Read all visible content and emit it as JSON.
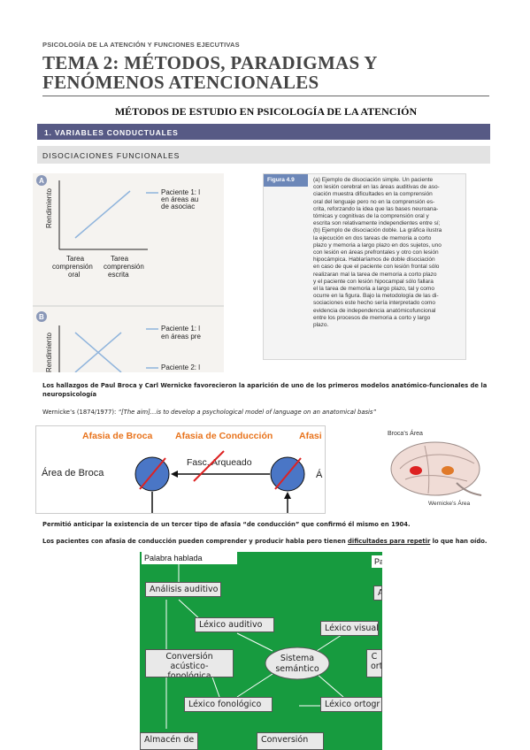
{
  "header": {
    "subject": "PSICOLOGÍA DE LA ATENCIÓN Y FUNCIONES EJECUTIVAS",
    "title": "TEMA 2: MÉTODOS, PARADIGMAS Y FENÓMENOS ATENCIONALES"
  },
  "section": {
    "title": "MÉTODOS DE ESTUDIO EN PSICOLOGÍA DE LA ATENCIÓN",
    "bar1": "1.  VARIABLES CONDUCTUALES",
    "bar2": "DISOCIACIONES FUNCIONALES"
  },
  "figure_a": {
    "panel_a": "A",
    "ylabel": "Rendimiento",
    "legend1": "Paciente 1: l",
    "legend1b": "en áreas au",
    "legend1c": "de asociac",
    "x1a": "Tarea",
    "x1b": "comprensión",
    "x1c": "oral",
    "x2a": "Tarea",
    "x2b": "comprensión",
    "x2c": "escrita",
    "panel_b": "B",
    "ylabel_b": "Rendimiento",
    "legend2": "Paciente 1: l",
    "legend2b": "en áreas pre",
    "legend3": "Paciente 2: l"
  },
  "figure_49": {
    "label": "Figura 4.9",
    "text": "(a) Ejemplo de disociación simple. Un paciente\ncon lesión cerebral en las áreas auditivas de aso-\nciación muestra dificultades en la comprensión\noral del lenguaje pero no en la comprensión es-\ncrita, reforzando la idea que las bases neuroana-\ntómicas y cognitivas de la comprensión oral y\nescrita son relativamente independientes entre sí;\n(b) Ejemplo de disociación doble. La gráfica ilustra\nla ejecución en dos tareas de memoria a corto\nplazo y memoria a largo plazo en dos sujetos, uno\ncon lesión en áreas prefrontales y otro con lesión\nhipocámpica. Hablaríamos de doble disociación\nen caso de que el paciente con lesión frontal sólo\nrealizaran mal la tarea de memoria a corto plazo\ny el paciente con lesión hipocampal sólo fallara\nel la tarea de memoria a largo plazo, tal y como\nocurre en la figura. Bajo la metodología de las di-\nsociaciones este hecho sería interpretado como\nevidencia de independencia anatómicofuncional\nentre los procesos de memoria a corto y largo\nplazo."
  },
  "paragraphs": {
    "p1": "Los hallazgos de Paul Broca y Carl Wernicke favorecieron la aparición de uno de los primeros modelos anatómico-funcionales de la neuropsicología",
    "p2_a": "Wernicke’s (1874/1977): ",
    "p2_b": "“[The aim]…is to develop a psychological model of language on an anatomical basis”",
    "p3": "Permitió anticipar la existencia de un tercer tipo de afasia “de conducción” que confirmó él mismo en 1904.",
    "p4_a": " Los pacientes con afasia de conducción pueden comprender y producir habla pero tienen ",
    "p4_u": "dificultades para repetir",
    "p4_b": " lo que han oído."
  },
  "figure_broca": {
    "t1": "Afasia de Broca",
    "t2": "Afasia de Conducción",
    "t3": "Afasi",
    "area": "Área de Broca",
    "fasc": "Fasc. Arqueado",
    "a_right": "Á"
  },
  "figure_brain": {
    "top": "Broca’s Área",
    "bottom": "Wernicke’s Área"
  },
  "figure_green": {
    "palabra": "Palabra hablada",
    "pa": "Pa",
    "analisis": "Análisis auditivo",
    "a": "A",
    "lex_aud": "Léxico auditivo",
    "lex_vis": "Léxico visual",
    "conv1": "Conversión",
    "conv2": "acústico-fonológica",
    "sis1": "Sistema",
    "sis2": "semántico",
    "c": "C",
    "ort": "ort",
    "lex_fon": "Léxico fonológico",
    "lex_ort": "Léxico ortogr",
    "alm": "Almacén de",
    "conv3": "Conversión"
  },
  "colors": {
    "bar": "#575a85",
    "green": "#179b3f",
    "broca_orange": "#e8731c",
    "node_blue": "#4a76c6"
  }
}
